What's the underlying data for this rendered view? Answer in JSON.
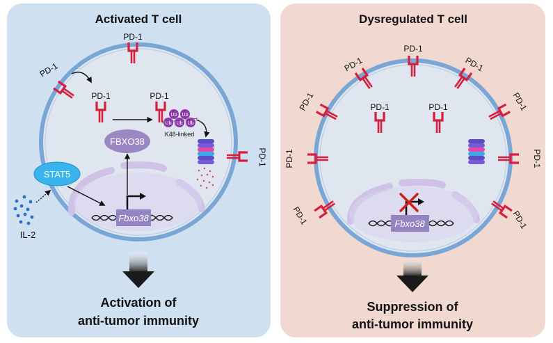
{
  "left_panel": {
    "title": "Activated T cell",
    "pd1": "PD-1",
    "fbxo38_protein": "FBXO38",
    "stat5": "STAT5",
    "gene": "Fbxo38",
    "ub": "Ub",
    "k48": "K48-linked",
    "il2": "IL-2",
    "outcome_line1": "Activation of",
    "outcome_line2": "anti-tumor immunity"
  },
  "right_panel": {
    "title": "Dysregulated T cell",
    "pd1": "PD-1",
    "gene": "Fbxo38",
    "outcome_line1": "Suppression of",
    "outcome_line2": "anti-tumor immunity"
  },
  "colors": {
    "left_bg": "#cfe0f1",
    "right_bg": "#f1d8d0",
    "cell_fill": "#dfe6ef",
    "membrane": "#7aa6d6",
    "pd1": "#d51f3c",
    "fbxo38": "#9b87c3",
    "stat5": "#39b4ec",
    "ub": "#8b3aa8",
    "gene_box": "#9484c2",
    "x_mark": "#d0201b"
  }
}
